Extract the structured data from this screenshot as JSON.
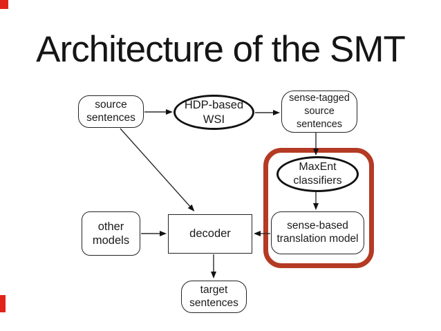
{
  "slide": {
    "title": "Architecture of the SMT"
  },
  "markers": {
    "color": "#e02419"
  },
  "diagram": {
    "highlight_color": "#b43a23",
    "node_border_color": "#222222",
    "nodes": {
      "source_sentences": {
        "lines": [
          "source",
          "sentences"
        ]
      },
      "hdp_wsi": {
        "lines": [
          "HDP-based",
          "WSI"
        ]
      },
      "sense_tagged": {
        "lines": [
          "sense-tagged",
          "source",
          "sentences"
        ]
      },
      "maxent": {
        "lines": [
          "MaxEnt",
          "classifiers"
        ]
      },
      "sense_based": {
        "lines": [
          "sense-based",
          "translation model"
        ]
      },
      "other_models": {
        "lines": [
          "other",
          "models"
        ]
      },
      "decoder": {
        "lines": [
          "decoder"
        ]
      },
      "target_sentences": {
        "lines": [
          "target",
          "sentences"
        ]
      }
    }
  }
}
